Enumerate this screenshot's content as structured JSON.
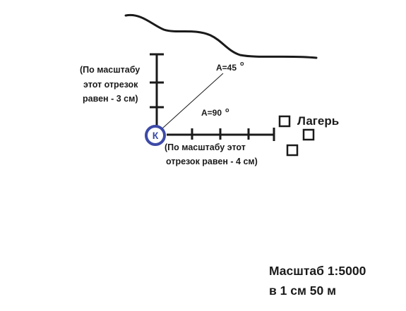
{
  "vertical_note": [
    "(По масштабу",
    "этот отрезок",
    "равен - 3 см)"
  ],
  "horizontal_note": [
    "(По масштабу этот",
    "отрезок равен - 4 см)"
  ],
  "angle_45": "А=45",
  "angle_90": "А=90",
  "degree_sign": "о",
  "point_label": "К",
  "camp_label": "Лагерь",
  "scale_line1": "Масштаб 1:5000",
  "scale_line2": "в 1 см 50 м",
  "colors": {
    "ink": "#1a1a1a",
    "point": "#3d4aa8"
  }
}
